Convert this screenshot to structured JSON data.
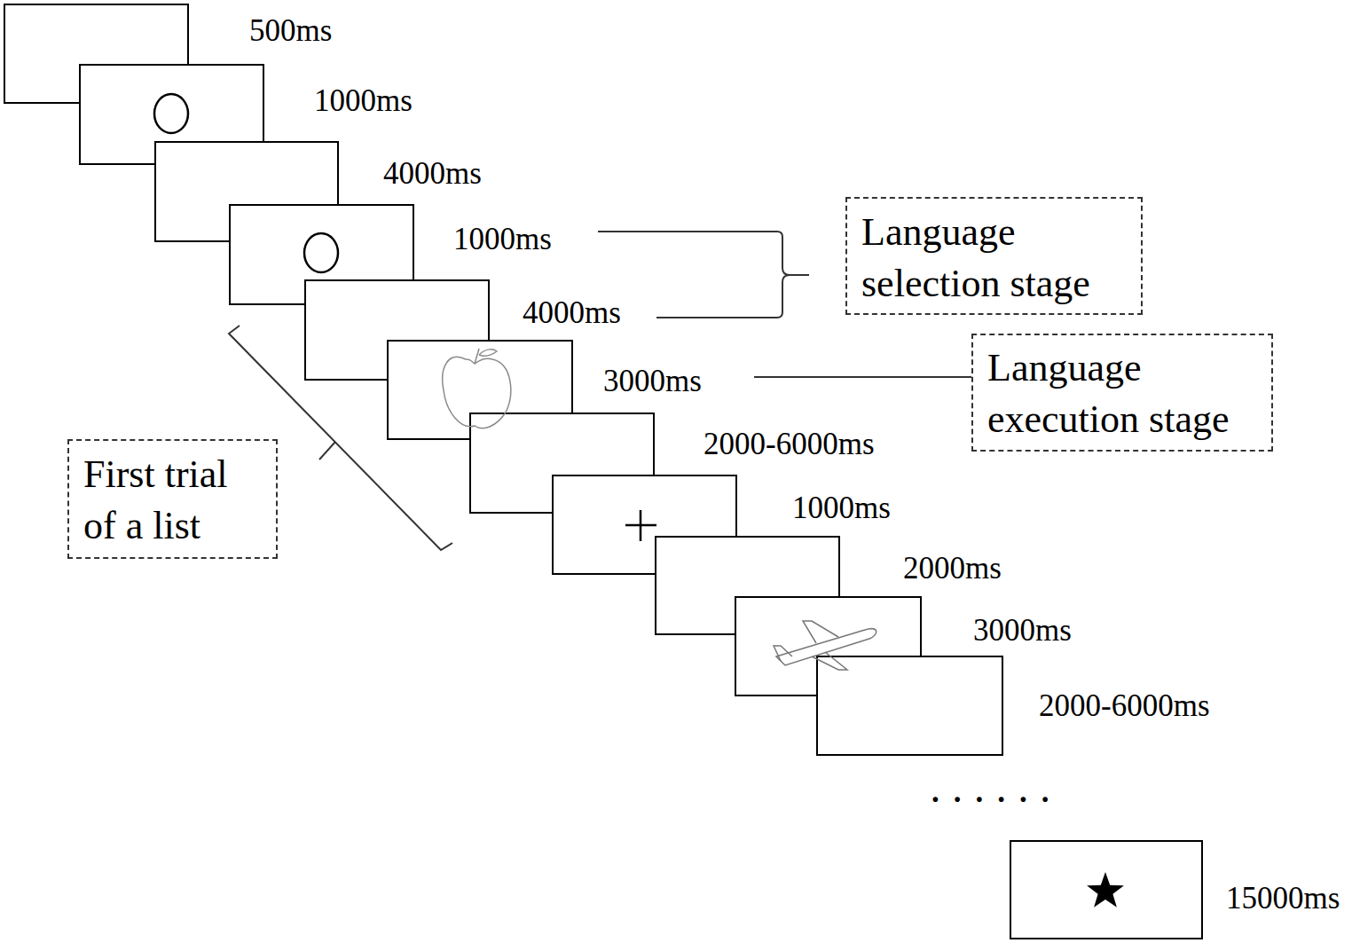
{
  "diagram": {
    "nodes": [
      {
        "text": [
          "Language selection stage"
        ]
      },
      {
        "text": [
          "Language execution stage"
        ]
      },
      {
        "text": [
          "First trial of a list"
        ]
      }
    ],
    "labels": [
      "500ms",
      "1000ms",
      "4000ms",
      "1000ms",
      "4000ms",
      "3000ms",
      "2000-6000ms",
      "1000ms",
      "2000ms",
      "3000ms",
      "2000-6000ms",
      "......",
      "15000ms"
    ]
  }
}
